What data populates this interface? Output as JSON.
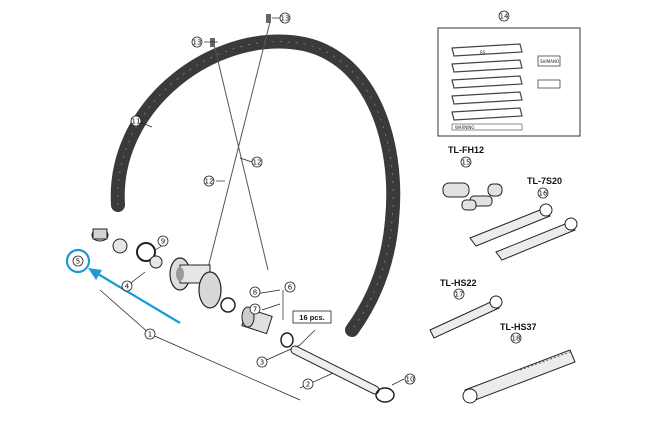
{
  "callouts": {
    "c1": "1",
    "c2": "2",
    "c3": "3",
    "c4": "4",
    "c5": "5",
    "c6": "6",
    "c7": "7",
    "c8": "8",
    "c9": "9",
    "c10": "10",
    "c11": "11",
    "c12a": "12",
    "c12b": "12",
    "c13a": "13",
    "c13b": "13",
    "c14": "14",
    "c15": "15",
    "c16": "16",
    "c17": "17",
    "c18": "18"
  },
  "labels": {
    "tl_fh12": "TL-FH12",
    "tl_7s20": "TL-7S20",
    "tl_hs22": "TL-HS22",
    "tl_hs37": "TL-HS37",
    "pcs": "16 pcs."
  },
  "decal": {
    "logo": "RS",
    "brand": "SHIMANO",
    "warning": "WARNING"
  },
  "colors": {
    "highlight": "#1a9ad6",
    "line": "#222222",
    "rim": "#3a3a3a"
  }
}
